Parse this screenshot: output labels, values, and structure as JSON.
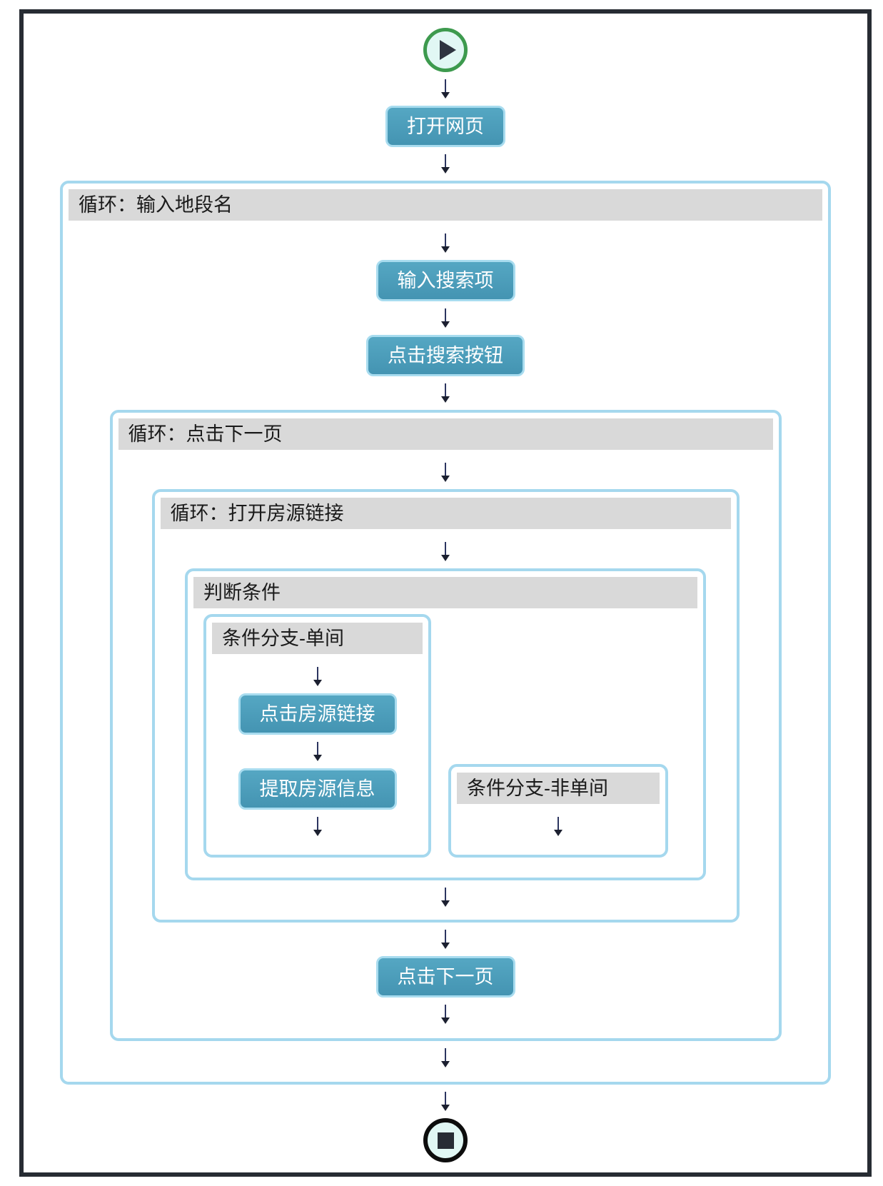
{
  "steps": {
    "open_page": "打开网页",
    "input_search": "输入搜索项",
    "click_search_button": "点击搜索按钮",
    "click_listing_link": "点击房源链接",
    "extract_listing_info": "提取房源信息",
    "click_next_page": "点击下一页"
  },
  "containers": {
    "loop_input_district": "循环：输入地段名",
    "loop_click_next_page": "循环：点击下一页",
    "loop_open_listing_links": "循环：打开房源链接",
    "condition": "判断条件",
    "branch_single_room": "条件分支-单间",
    "branch_not_single_room": "条件分支-非单间"
  },
  "icons": {
    "start": "play-icon",
    "end": "stop-icon"
  },
  "colors": {
    "step_fill": "#4b9dbb",
    "step_border": "#a8dcef",
    "container_border": "#a5d8ee",
    "header_bg": "#d9d9d9",
    "header_text": "#1a1a1a",
    "arrow": "#2c3560",
    "start_ring": "#3d9a4e",
    "end_ring": "#0d0d0d",
    "circle_fill": "#e1f7f4",
    "frame_border": "#272c33"
  }
}
